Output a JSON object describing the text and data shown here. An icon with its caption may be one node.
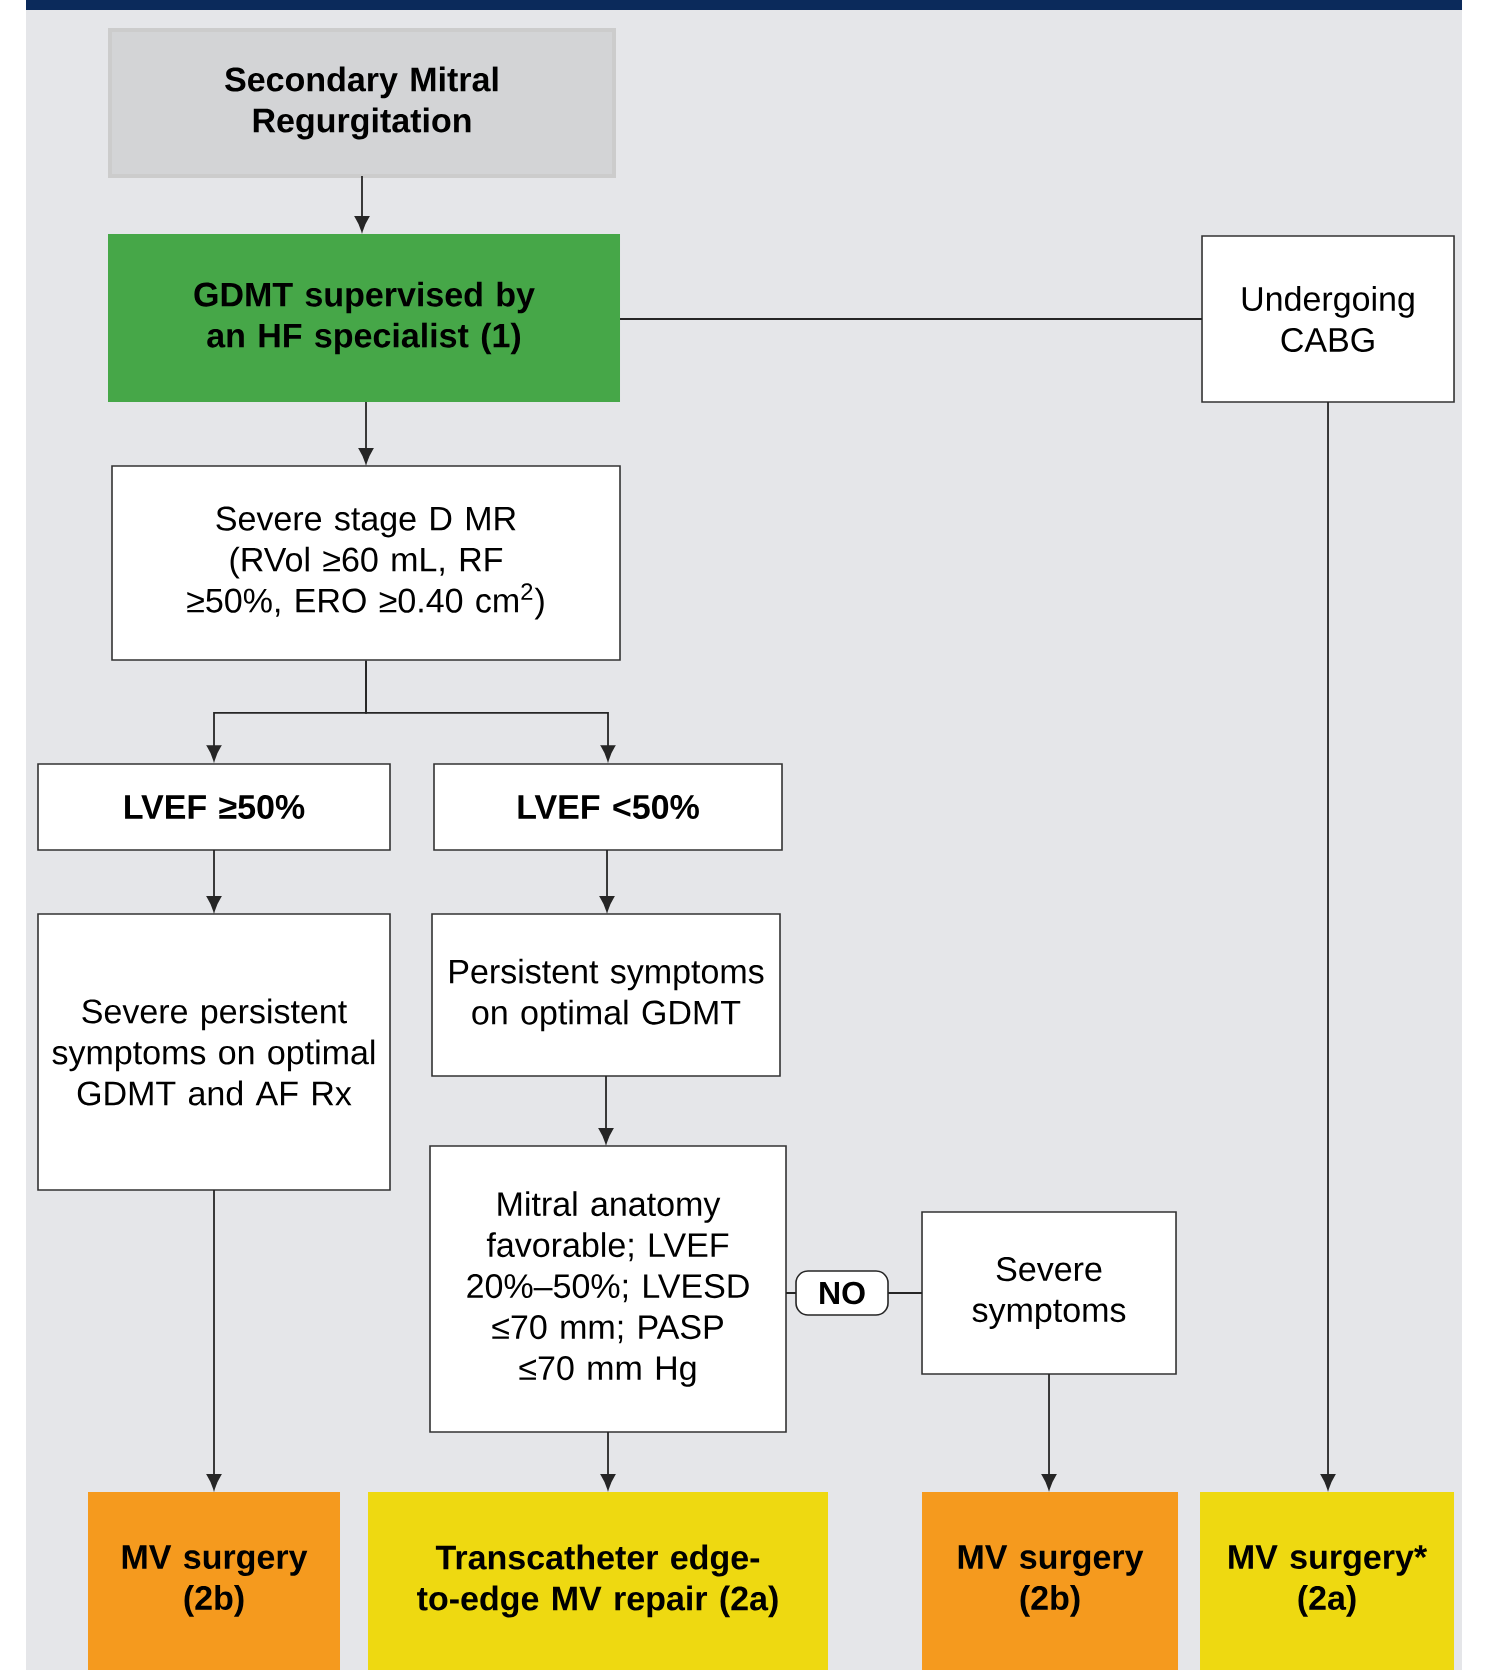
{
  "diagram": {
    "nodes": [
      {
        "text": [
          "Secondary Mitral Regurgitation"
        ]
      },
      {
        "text": [
          "GDMT supervised by an HF specialist (1)"
        ]
      },
      {
        "text": [
          "Undergoing CABG"
        ]
      },
      {
        "text": [
          "Severe stage D MR (RVol ≥60 mL, RF ≥50%, ERO ≥0.40 cm$^{2}$)"
        ]
      },
      {
        "text": [
          "LVEF ≥50%"
        ]
      },
      {
        "text": [
          "LVEF <50%"
        ]
      },
      {
        "text": [
          "Severe persistent symptoms on optimal GDMT and AF Rx"
        ]
      },
      {
        "text": [
          "Persistent symptoms on optimal GDMT"
        ]
      },
      {
        "text": [
          "Mitral anatomy favorable; LVEF 20%–50%; LVESD ≤70 mm; PASP ≤70 mm Hg"
        ]
      },
      {
        "text": [
          "Severe symptoms"
        ]
      },
      {
        "text": [
          "MV surgery (2b)"
        ]
      },
      {
        "text": [
          "Transcatheter edge-to-edge MV repair (2a)"
        ]
      },
      {
        "text": [
          "MV surgery (2b)"
        ]
      },
      {
        "text": [
          "MV surgery* (2a)"
        ]
      }
    ],
    "edges": [
      {
        "from": 0,
        "to": 1,
        "arrow": "to"
      },
      {
        "from": 1,
        "to": 2,
        "arrow": "none"
      },
      {
        "from": 1,
        "to": 3,
        "arrow": "to"
      },
      {
        "from": 3,
        "to": 4,
        "arrow": "to"
      },
      {
        "from": 3,
        "to": 5,
        "arrow": "to"
      },
      {
        "from": 4,
        "to": 6,
        "arrow": "to"
      },
      {
        "from": 5,
        "to": 7,
        "arrow": "to"
      },
      {
        "from": 7,
        "to": 8,
        "arrow": "to"
      },
      {
        "from": 8,
        "to": 9,
        "arrow": "none",
        "label": "NO"
      },
      {
        "from": 6,
        "to": 10,
        "arrow": "to"
      },
      {
        "from": 8,
        "to": 11,
        "arrow": "to"
      },
      {
        "from": 9,
        "to": 12,
        "arrow": "to"
      },
      {
        "from": 2,
        "to": 13,
        "arrow": "to"
      }
    ]
  }
}
